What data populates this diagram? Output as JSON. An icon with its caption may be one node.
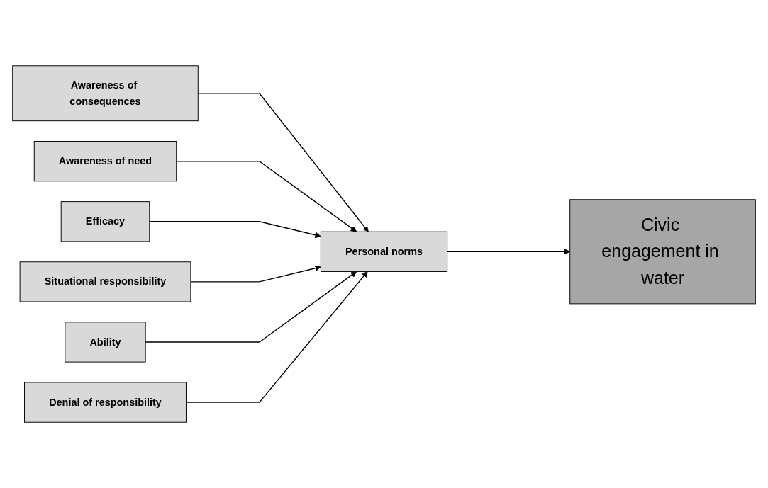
{
  "diagram": {
    "nodes": [
      {
        "text": [
          "Awareness of consequences"
        ]
      },
      {
        "text": [
          "Awareness of need"
        ]
      },
      {
        "text": [
          "Efficacy"
        ]
      },
      {
        "text": [
          "Situational responsibility"
        ]
      },
      {
        "text": [
          "Ability"
        ]
      },
      {
        "text": [
          "Denial of responsibility"
        ]
      },
      {
        "text": [
          "Personal norms"
        ]
      },
      {
        "text": [
          "Civic engagement in water"
        ]
      }
    ],
    "edges": [
      {
        "from": 0,
        "to": 6,
        "arrow": "to"
      },
      {
        "from": 1,
        "to": 6,
        "arrow": "to"
      },
      {
        "from": 2,
        "to": 6,
        "arrow": "to"
      },
      {
        "from": 3,
        "to": 6,
        "arrow": "to"
      },
      {
        "from": 4,
        "to": 6,
        "arrow": "to"
      },
      {
        "from": 5,
        "to": 6,
        "arrow": "to"
      },
      {
        "from": 6,
        "to": 7,
        "arrow": "to"
      }
    ]
  }
}
